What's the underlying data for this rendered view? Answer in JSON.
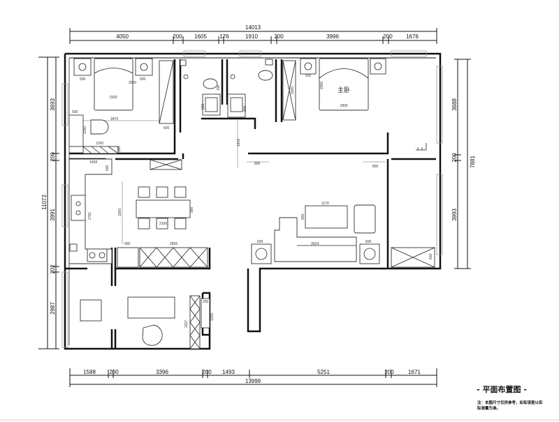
{
  "title": "- 平面布置图 -",
  "note_line1": "注：本图尺寸仅供参考，如有误差以实",
  "note_line2": "际测量为准。",
  "room_label_master": "主卧",
  "top_dims": {
    "total": "14013",
    "segments": [
      "4050",
      "200",
      "1605",
      "176",
      "1910",
      "200",
      "3996",
      "200",
      "1676"
    ]
  },
  "bottom_dims": {
    "total": "13999",
    "segments": [
      "1588",
      "200",
      "3396",
      "200",
      "1493",
      "5251",
      "200",
      "1671"
    ]
  },
  "left_dims": {
    "total": "11073",
    "segments": [
      "3693",
      "200",
      "3991",
      "202",
      "2987"
    ]
  },
  "right_dims": {
    "total": "7881",
    "segments": [
      "3688",
      "200",
      "3993"
    ]
  },
  "interior_dims": {
    "bed1_width": "1500",
    "bed1_length": "2000",
    "nightstand": "500",
    "nightstand_depth": "500",
    "bedroom_width": "3470",
    "wardrobe_depth": "600",
    "desk_len": "1200",
    "desk_side": "500",
    "chair_dim": "1350",
    "desk_depth": "300",
    "basin1": "800",
    "basin2": "900",
    "corridor": "1642",
    "toilet_gap": "150",
    "wardrobe2": "2300",
    "bed2_length": "2000",
    "bed2_width": "1800",
    "ns2": "500",
    "door1": "800",
    "door2": "800",
    "kitchen_w": "1658",
    "kitchen_d": "600",
    "kitchen_len": "2781",
    "dining_len": "2300",
    "table_len": "2100",
    "table_w": "900",
    "cabinet_a": "900",
    "cabinet_b": "2606",
    "coffee_table": "1170",
    "coffee_depth": "600",
    "sofa_len": "3024",
    "side1": "600",
    "side2": "600",
    "balcony_cab": "600",
    "study_shelf": "1937",
    "study_a": "250",
    "study_b": "1250"
  }
}
